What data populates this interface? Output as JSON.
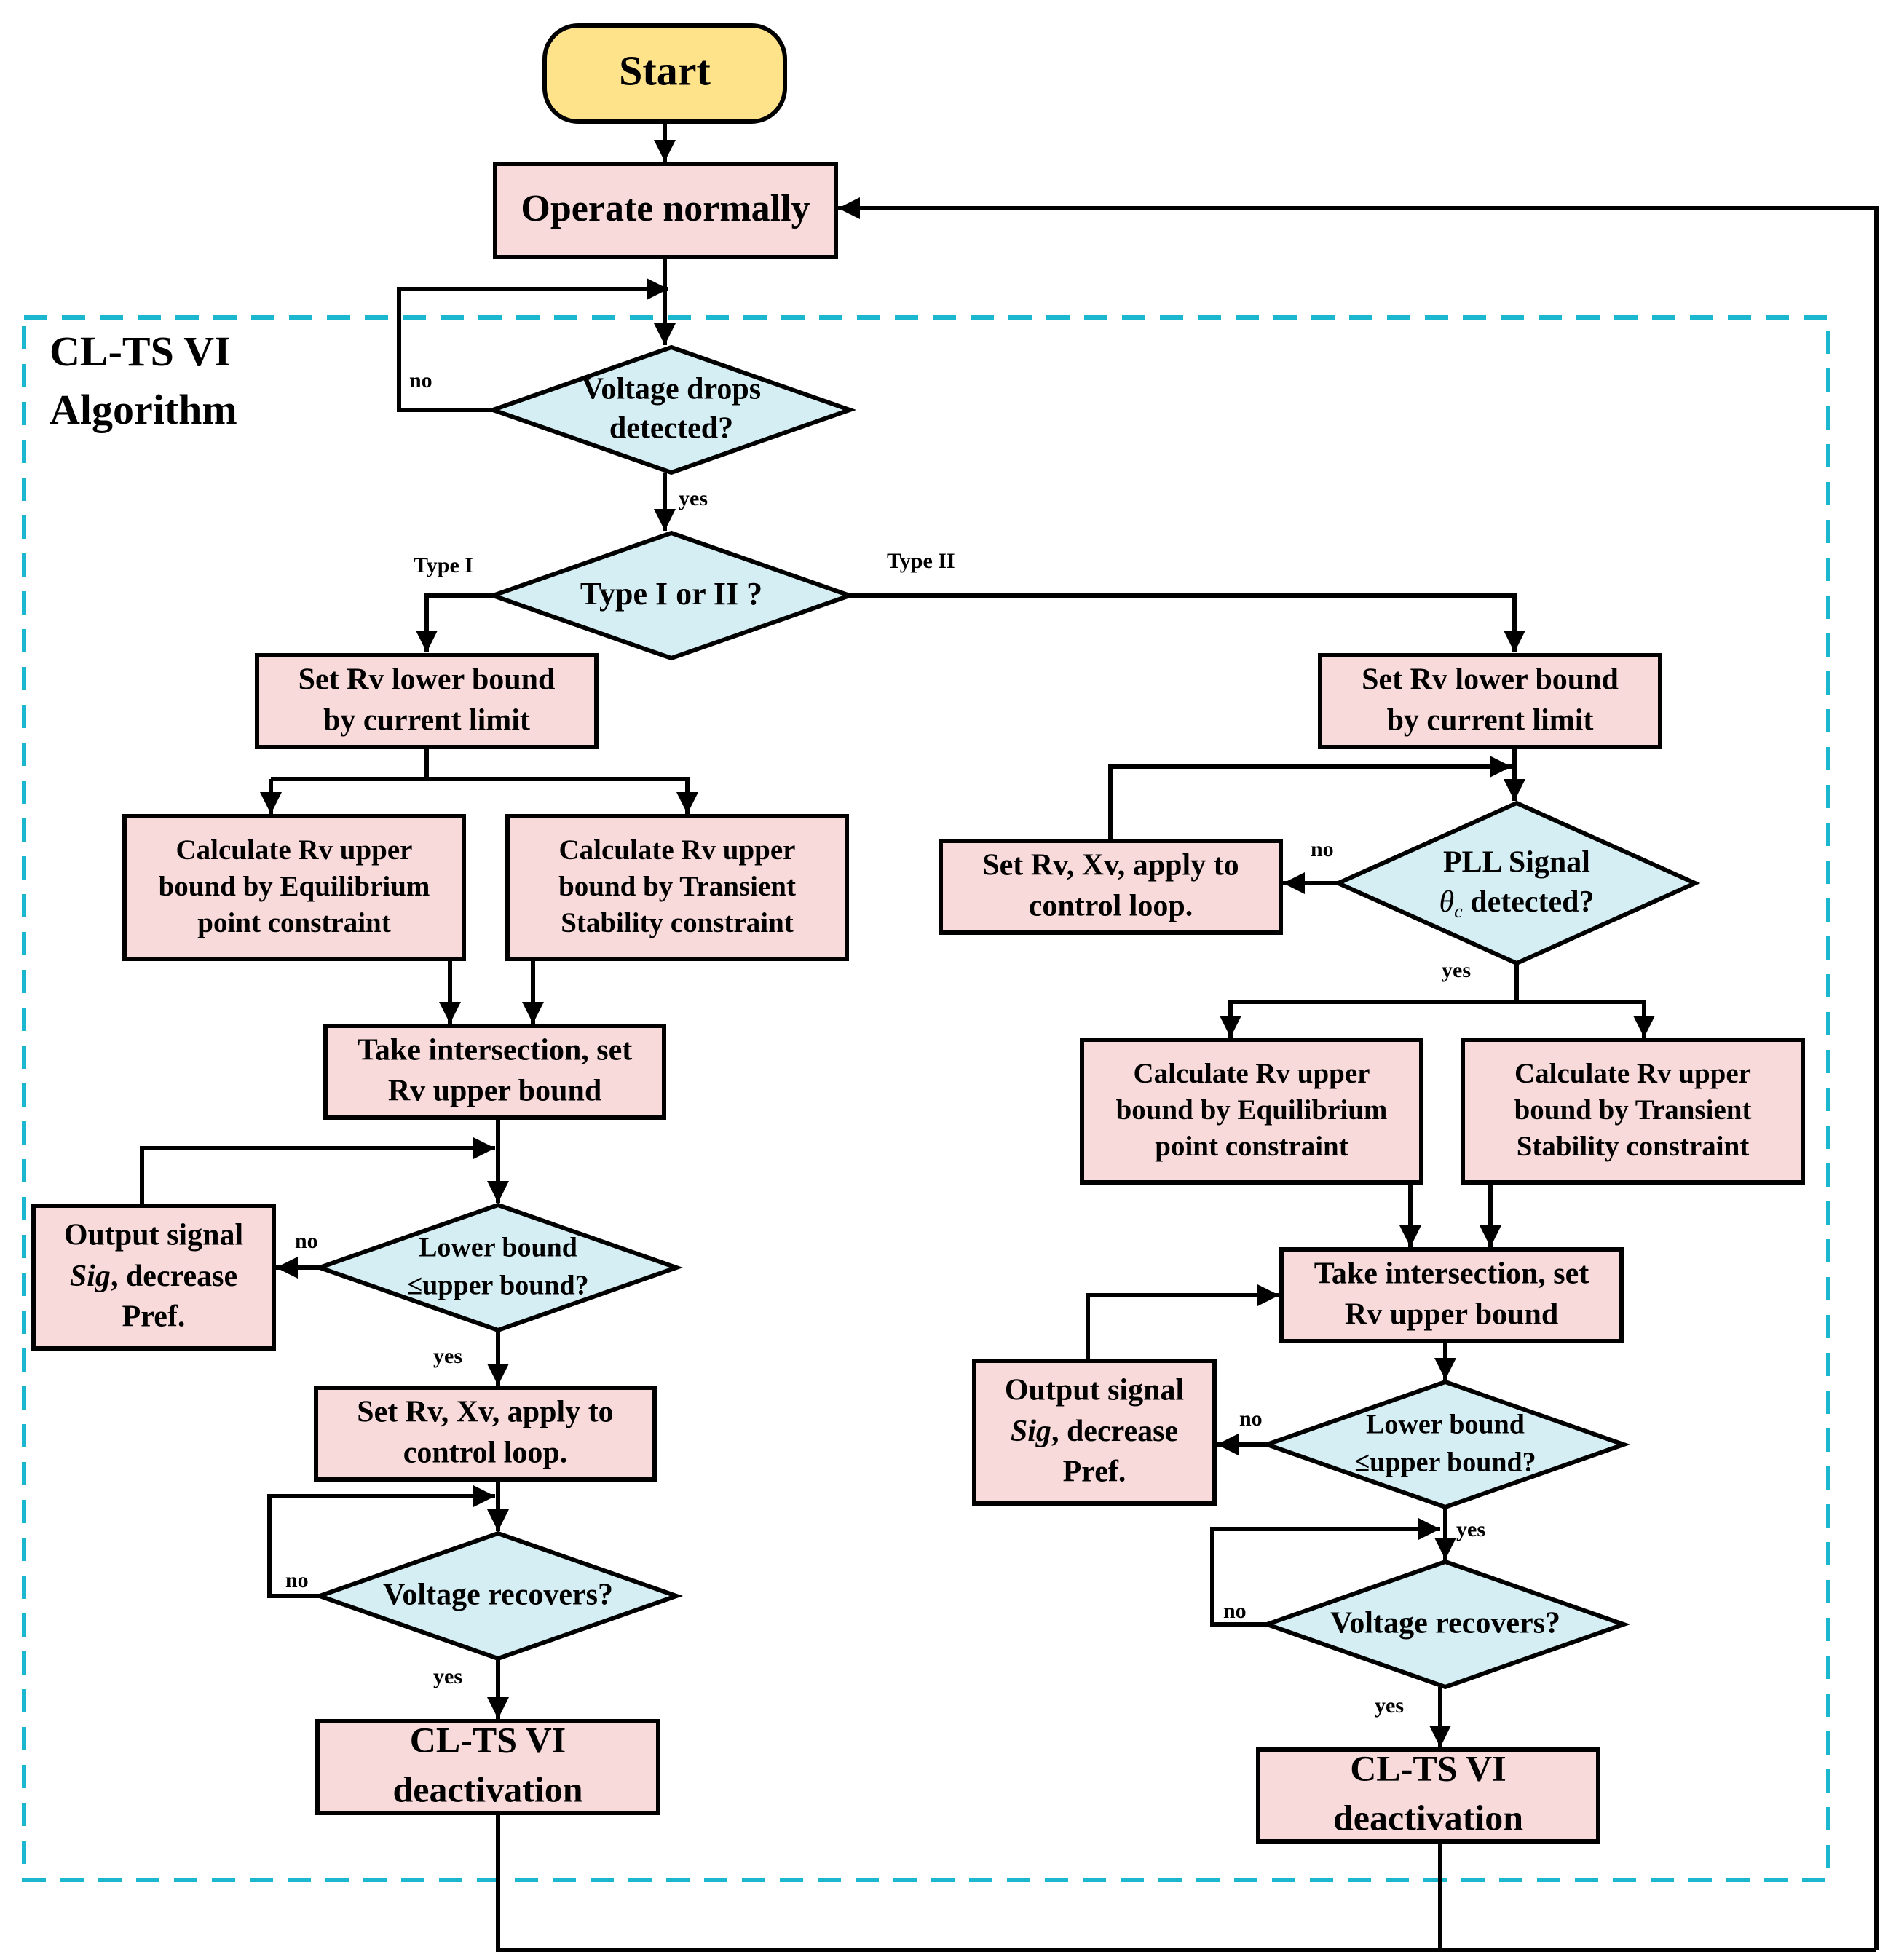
{
  "colors": {
    "start_fill": "#FFE38A",
    "process_fill": "#F8DADA",
    "decision_fill": "#D4EEF3",
    "stroke": "#000000",
    "region_border": "#1BB7CE",
    "background": "#FFFFFF"
  },
  "region": {
    "title_line1": "CL-TS VI",
    "title_line2": "Algorithm"
  },
  "nodes": {
    "start": [
      "Start"
    ],
    "operate": [
      "Operate normally"
    ],
    "voltage_drop": [
      "Voltage drops",
      "detected?"
    ],
    "type": [
      "Type I or II ?"
    ],
    "l_lower": [
      "Set Rv lower bound",
      "by current limit"
    ],
    "l_eq": [
      "Calculate Rv upper",
      "bound by Equilibrium",
      "point constraint"
    ],
    "l_ts": [
      "Calculate Rv upper",
      "bound by Transient",
      "Stability constraint"
    ],
    "l_inter": [
      "Take intersection, set",
      "Rv upper bound"
    ],
    "l_cmp": [
      "Lower bound",
      "≤upper bound?"
    ],
    "l_out": [
      "Output signal",
      "Sig, decrease",
      "Pref."
    ],
    "l_set": [
      "Set Rv, Xv, apply to",
      "control loop."
    ],
    "l_recover": [
      "Voltage recovers?"
    ],
    "l_deact": [
      "CL-TS VI",
      "deactivation"
    ],
    "r_lower": [
      "Set Rv lower bound",
      "by current limit"
    ],
    "r_pll": [
      "PLL Signal",
      "θc detected?"
    ],
    "r_set": [
      "Set Rv, Xv, apply to",
      "control loop."
    ],
    "r_eq": [
      "Calculate Rv upper",
      "bound by Equilibrium",
      "point constraint"
    ],
    "r_ts": [
      "Calculate Rv upper",
      "bound by Transient",
      "Stability constraint"
    ],
    "r_inter": [
      "Take intersection, set",
      "Rv upper bound"
    ],
    "r_cmp": [
      "Lower bound",
      "≤upper bound?"
    ],
    "r_out": [
      "Output signal",
      "Sig, decrease",
      "Pref."
    ],
    "r_recover": [
      "Voltage recovers?"
    ],
    "r_deact": [
      "CL-TS VI",
      "deactivation"
    ]
  },
  "labels": {
    "vd_no": "no",
    "vd_yes": "yes",
    "type_i": "Type I",
    "type_ii": "Type II",
    "l_cmp_no": "no",
    "l_cmp_yes": "yes",
    "l_rec_no": "no",
    "l_rec_yes": "yes",
    "pll_no": "no",
    "pll_yes": "yes",
    "r_cmp_no": "no",
    "r_cmp_yes": "yes",
    "r_rec_no": "no",
    "r_rec_yes": "yes"
  }
}
